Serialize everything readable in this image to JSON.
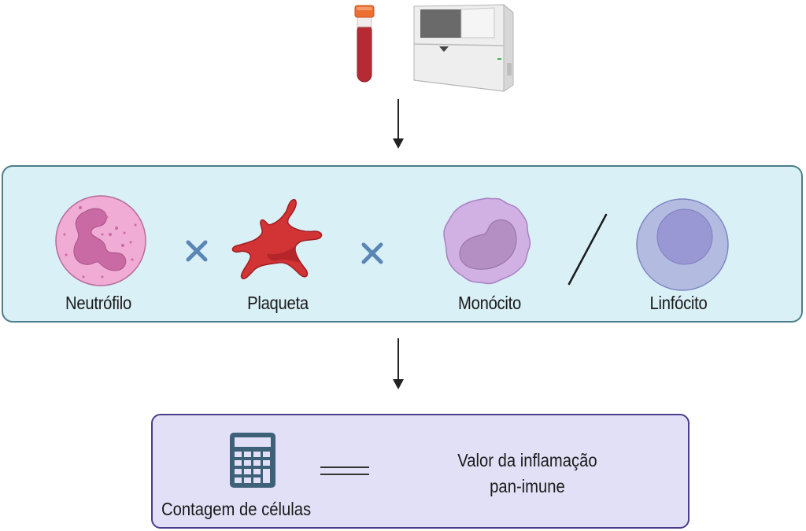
{
  "diagram": {
    "title": "",
    "input_stage": {
      "items": [
        {
          "name": "blood-collection-tube",
          "icon": "blood-tube-icon"
        },
        {
          "name": "hematology-analyzer",
          "icon": "analyzer-icon"
        }
      ]
    },
    "cell_formula": {
      "cells": [
        {
          "label": "Neutrófilo",
          "icon": "neutrophil-icon",
          "color": "#e9a8d2"
        },
        {
          "label": "Plaqueta",
          "icon": "platelet-icon",
          "color": "#d23334"
        },
        {
          "label": "Monócito",
          "icon": "monocyte-icon",
          "color": "#cbaee0"
        },
        {
          "label": "Linfócito",
          "icon": "lymphocyte-icon",
          "color": "#b3bce0"
        }
      ],
      "operators": [
        {
          "symbol": "×",
          "meaning": "multiply",
          "icon": "times-icon",
          "color": "#5a86b6"
        },
        {
          "symbol": "×",
          "meaning": "multiply",
          "icon": "times-icon",
          "color": "#5a86b6"
        },
        {
          "symbol": "/",
          "meaning": "divide",
          "icon": "slash-icon",
          "color": "#1a1a1a"
        }
      ],
      "panel_color": "#d9f0f6",
      "panel_border": "#4d7f8a"
    },
    "result": {
      "left_label": "Contagem de células",
      "left_icon": "calculator-icon",
      "operator": "=",
      "right_label_line1": "Valor da inflamação",
      "right_label_line2": "pan-imune",
      "box_color": "#e2e0f6",
      "box_border": "#4c3c8c",
      "icon_color": "#3d6178"
    },
    "flow": [
      {
        "from": "input_stage",
        "to": "cell_formula",
        "icon": "arrow-down-icon"
      },
      {
        "from": "cell_formula",
        "to": "result",
        "icon": "arrow-down-icon"
      }
    ]
  }
}
